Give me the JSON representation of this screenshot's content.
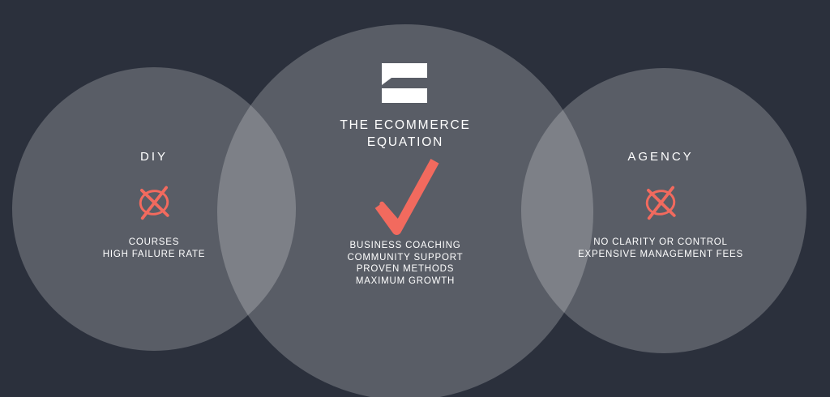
{
  "colors": {
    "background": "#2b303c",
    "circle_fill": "rgba(255,255,255,0.22)",
    "accent": "#f26a5e",
    "text": "#ffffff"
  },
  "diagram": {
    "left": {
      "heading": "DIY",
      "icon": "x-mark-icon",
      "lines": [
        "COURSES",
        "HIGH FAILURE RATE"
      ]
    },
    "center": {
      "logo": "ecommerce-equation-logo",
      "title_line1": "THE ECOMMERCE",
      "title_line2": "EQUATION",
      "icon": "checkmark-icon",
      "lines": [
        "BUSINESS COACHING",
        "COMMUNITY SUPPORT",
        "PROVEN METHODS",
        "MAXIMUM GROWTH"
      ]
    },
    "right": {
      "heading": "AGENCY",
      "icon": "x-mark-icon",
      "lines": [
        "NO CLARITY OR CONTROL",
        "EXPENSIVE MANAGEMENT FEES"
      ]
    }
  }
}
